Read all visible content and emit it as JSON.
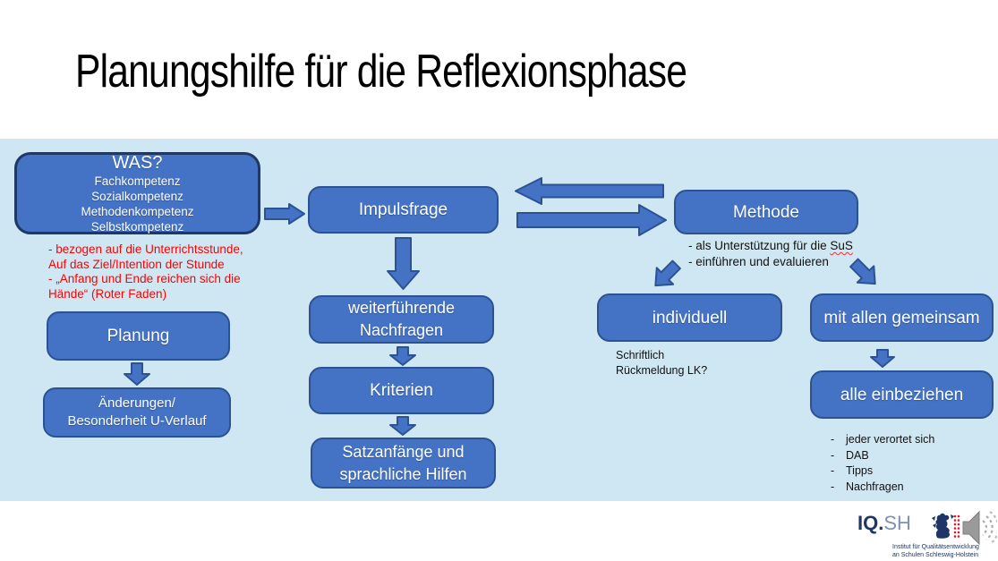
{
  "title": "Planungshilfe für die Reflexionsphase",
  "colors": {
    "panel_bg": "#cfe7f2",
    "box_fill": "#4472c4",
    "box_border": "#2c5293",
    "was_box_border": "#1f3864",
    "box_text": "#ffffff",
    "red_note": "#fe0000",
    "body_text": "#111111",
    "logo_navy": "#1e3566",
    "logo_light": "#7e92b0",
    "speaker_gray": "#9a9a9a"
  },
  "was_box": {
    "heading": "WAS?",
    "lines": "Fachkompetenz\nSozialkompetenz\nMethodenkompetenz\nSelbstkompetenz"
  },
  "red_note": "- bezogen auf die Unterrichtsstunde,\nAuf das Ziel/Intention der Stunde\n- „Anfang und Ende reichen sich die\nHände“ (Roter Faden)",
  "boxes": {
    "planung": "Planung",
    "aenderungen": "Änderungen/\nBesonderheit U-Verlauf",
    "impulsfrage": "Impulsfrage",
    "weiterfuehrende": "weiterführende\nNachfragen",
    "kriterien": "Kriterien",
    "satzanfaenge": "Satzanfänge und\nsprachliche Hilfen",
    "methode": "Methode",
    "individuell": "individuell",
    "mit_allen": "mit allen gemeinsam",
    "alle_einbeziehen": "alle einbeziehen"
  },
  "methode_notes": {
    "line1_prefix": "- als Unterstützung für die ",
    "line1_marked": "SuS",
    "line2": "- einführen und evaluieren"
  },
  "individuell_notes": "Schriftlich\nRückmeldung LK?",
  "dash": "-",
  "einbeziehen_list": [
    "jeder verortet sich",
    "DAB",
    "Tipps",
    "Nachfragen"
  ],
  "logo": {
    "brand_bold": "IQ.",
    "brand_light": "SH",
    "subtext": "Institut für Qualitätsentwicklung\nan Schulen Schleswig-Holstein"
  }
}
